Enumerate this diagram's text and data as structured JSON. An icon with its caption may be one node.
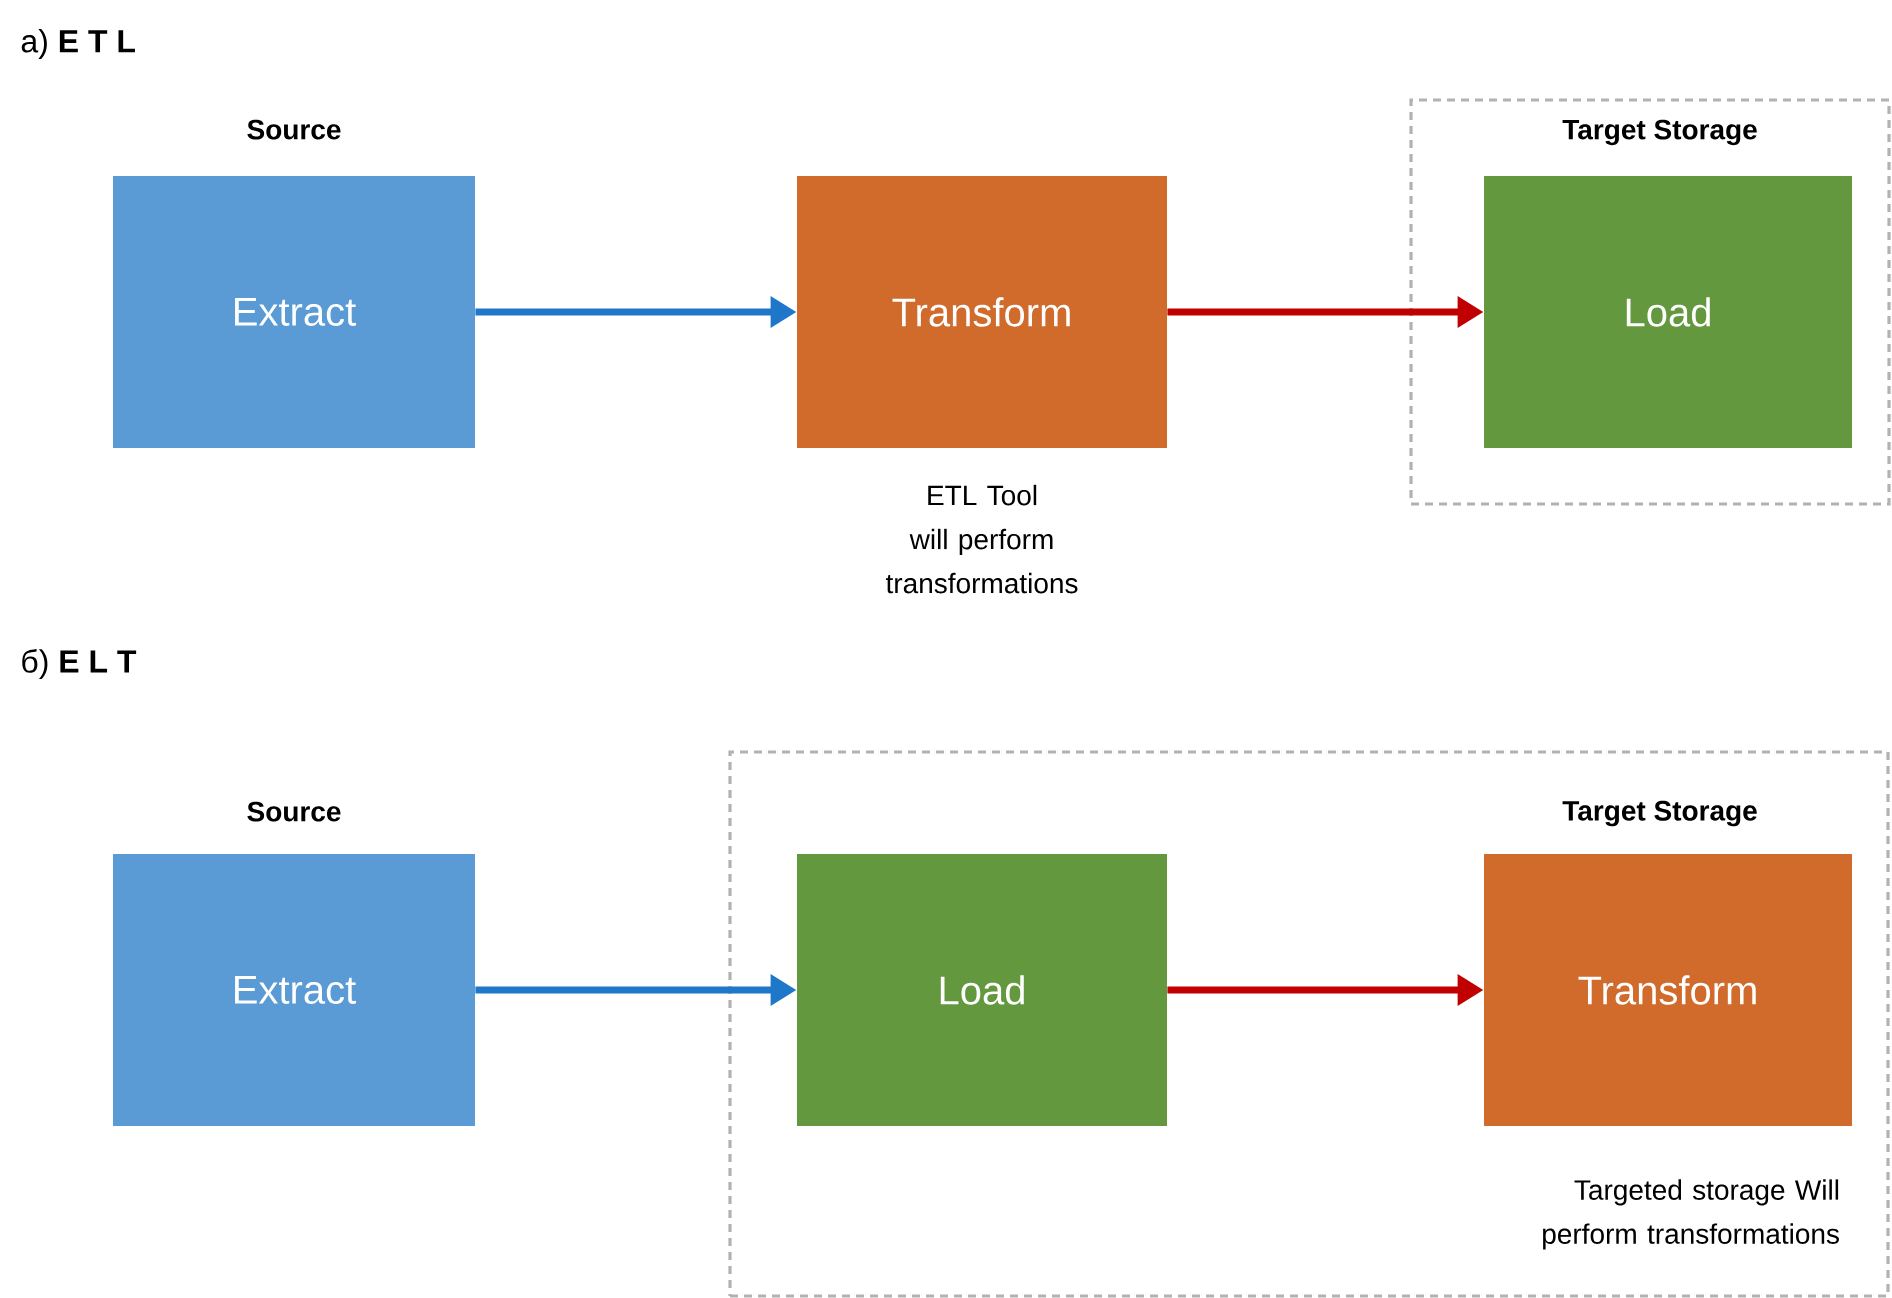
{
  "diagram": {
    "nodes": [
      {
        "text": [
          "Source",
          "Extract"
        ]
      },
      {
        "text": [
          "Transform"
        ],
        "beside": [
          "ETL Tool will perform transformations"
        ]
      },
      {
        "text": [
          "Target Storage"
        ]
      },
      {
        "text": [
          "Load"
        ],
        "in": 2
      },
      {
        "text": [
          "Source",
          "Extract"
        ]
      },
      {
        "text": [],
        "shape": "box"
      },
      {
        "text": [
          "Load"
        ],
        "in": 5
      },
      {
        "text": [
          "Target Storage",
          "Transform"
        ],
        "in": 5,
        "beside": [
          "Targeted storage Will perform transformations"
        ]
      }
    ],
    "edges": [
      {
        "from": 0,
        "to": 1,
        "arrow": "to",
        "color": "#1f77c9"
      },
      {
        "from": 1,
        "to": 3,
        "arrow": "to",
        "color": "#c00000"
      },
      {
        "from": 4,
        "to": 6,
        "arrow": "to",
        "color": "#1f77c9"
      },
      {
        "from": 6,
        "to": 7,
        "arrow": "to",
        "color": "#c00000"
      }
    ],
    "labels": [
      "a) **E T L**",
      "б) **E L T**"
    ]
  }
}
